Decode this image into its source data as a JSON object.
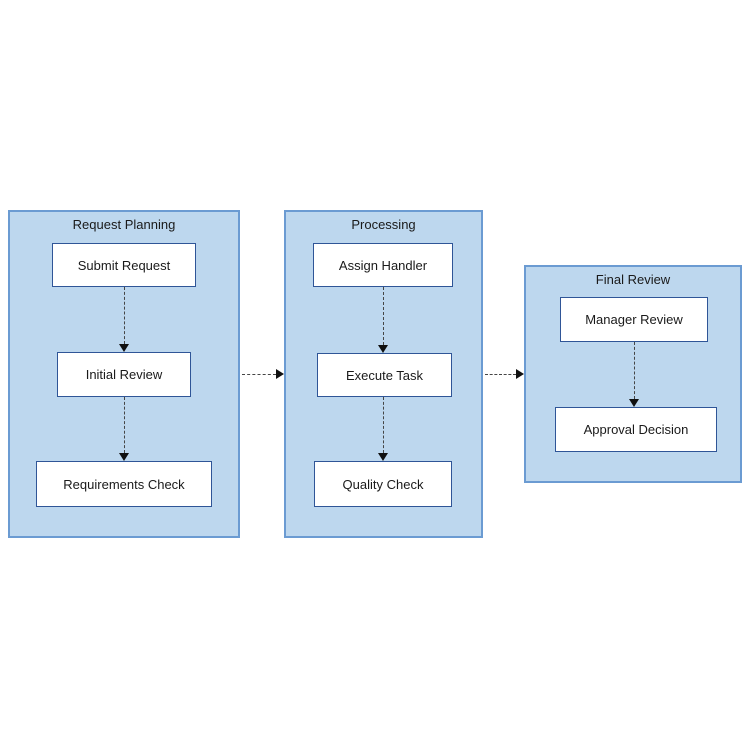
{
  "diagram": {
    "type": "flowchart",
    "groups": [
      {
        "title": "Request Planning",
        "nodes": [
          {
            "label": "Submit Request"
          },
          {
            "label": "Initial Review"
          },
          {
            "label": "Requirements Check"
          }
        ]
      },
      {
        "title": "Processing",
        "nodes": [
          {
            "label": "Assign Handler"
          },
          {
            "label": "Execute Task"
          },
          {
            "label": "Quality Check"
          }
        ]
      },
      {
        "title": "Final Review",
        "nodes": [
          {
            "label": "Manager Review"
          },
          {
            "label": "Approval Decision"
          }
        ]
      }
    ],
    "edges": [
      {
        "from": "Submit Request",
        "to": "Initial Review",
        "style": "dashed"
      },
      {
        "from": "Initial Review",
        "to": "Requirements Check",
        "style": "dashed"
      },
      {
        "from": "Assign Handler",
        "to": "Execute Task",
        "style": "dashed"
      },
      {
        "from": "Execute Task",
        "to": "Quality Check",
        "style": "dashed"
      },
      {
        "from": "Manager Review",
        "to": "Approval Decision",
        "style": "dashed"
      },
      {
        "from": "Request Planning",
        "to": "Processing",
        "style": "dashed"
      },
      {
        "from": "Processing",
        "to": "Final Review",
        "style": "dashed"
      }
    ],
    "colors": {
      "group-fill": "#BDD7EE",
      "group-border": "#6B9BD2",
      "node-fill": "#FFFFFF",
      "node-border": "#2F5597",
      "arrow-line": "#454545",
      "arrow-head": "#101010",
      "text": "#1a1a1a",
      "canvas-bg": "#FFFFFF"
    }
  }
}
